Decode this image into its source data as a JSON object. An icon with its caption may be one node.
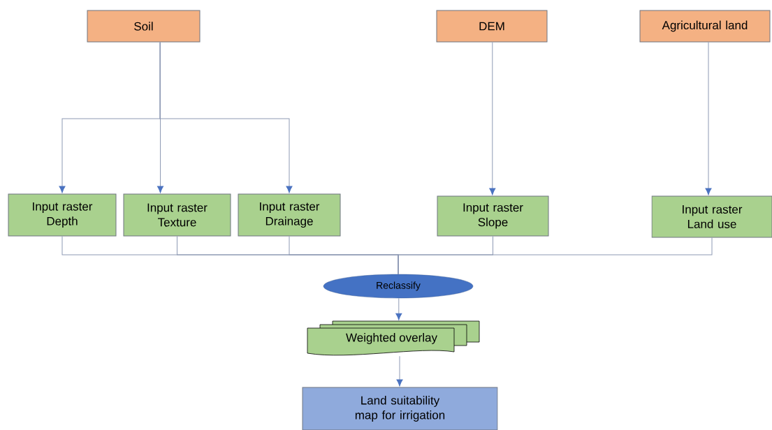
{
  "diagram": {
    "nodes": [
      {
        "text": [
          "Soil"
        ]
      },
      {
        "text": [
          "DEM"
        ]
      },
      {
        "text": [
          "Agricultural land"
        ]
      },
      {
        "text": [
          "Input raster Depth"
        ]
      },
      {
        "text": [
          "Input raster Texture"
        ]
      },
      {
        "text": [
          "Input raster Drainage"
        ]
      },
      {
        "text": [
          "Input raster Slope"
        ]
      },
      {
        "text": [
          "Input raster Land use"
        ]
      },
      {
        "text": [
          "Reclassify"
        ]
      },
      {
        "text": [
          "Weighted overlay"
        ]
      },
      {
        "text": [
          "Land suitability map for irrigation"
        ]
      }
    ],
    "edges": [
      {
        "from": 0,
        "to": 3,
        "arrow": "to"
      },
      {
        "from": 0,
        "to": 4,
        "arrow": "to"
      },
      {
        "from": 0,
        "to": 5,
        "arrow": "to"
      },
      {
        "from": 1,
        "to": 6,
        "arrow": "to"
      },
      {
        "from": 2,
        "to": 7,
        "arrow": "to"
      },
      {
        "from": 3,
        "to": 8,
        "arrow": "none"
      },
      {
        "from": 4,
        "to": 8,
        "arrow": "none"
      },
      {
        "from": 5,
        "to": 8,
        "arrow": "none"
      },
      {
        "from": 6,
        "to": 8,
        "arrow": "none"
      },
      {
        "from": 7,
        "to": 8,
        "arrow": "none"
      },
      {
        "from": 8,
        "to": 9,
        "arrow": "to"
      },
      {
        "from": 9,
        "to": 10,
        "arrow": "to"
      }
    ]
  }
}
